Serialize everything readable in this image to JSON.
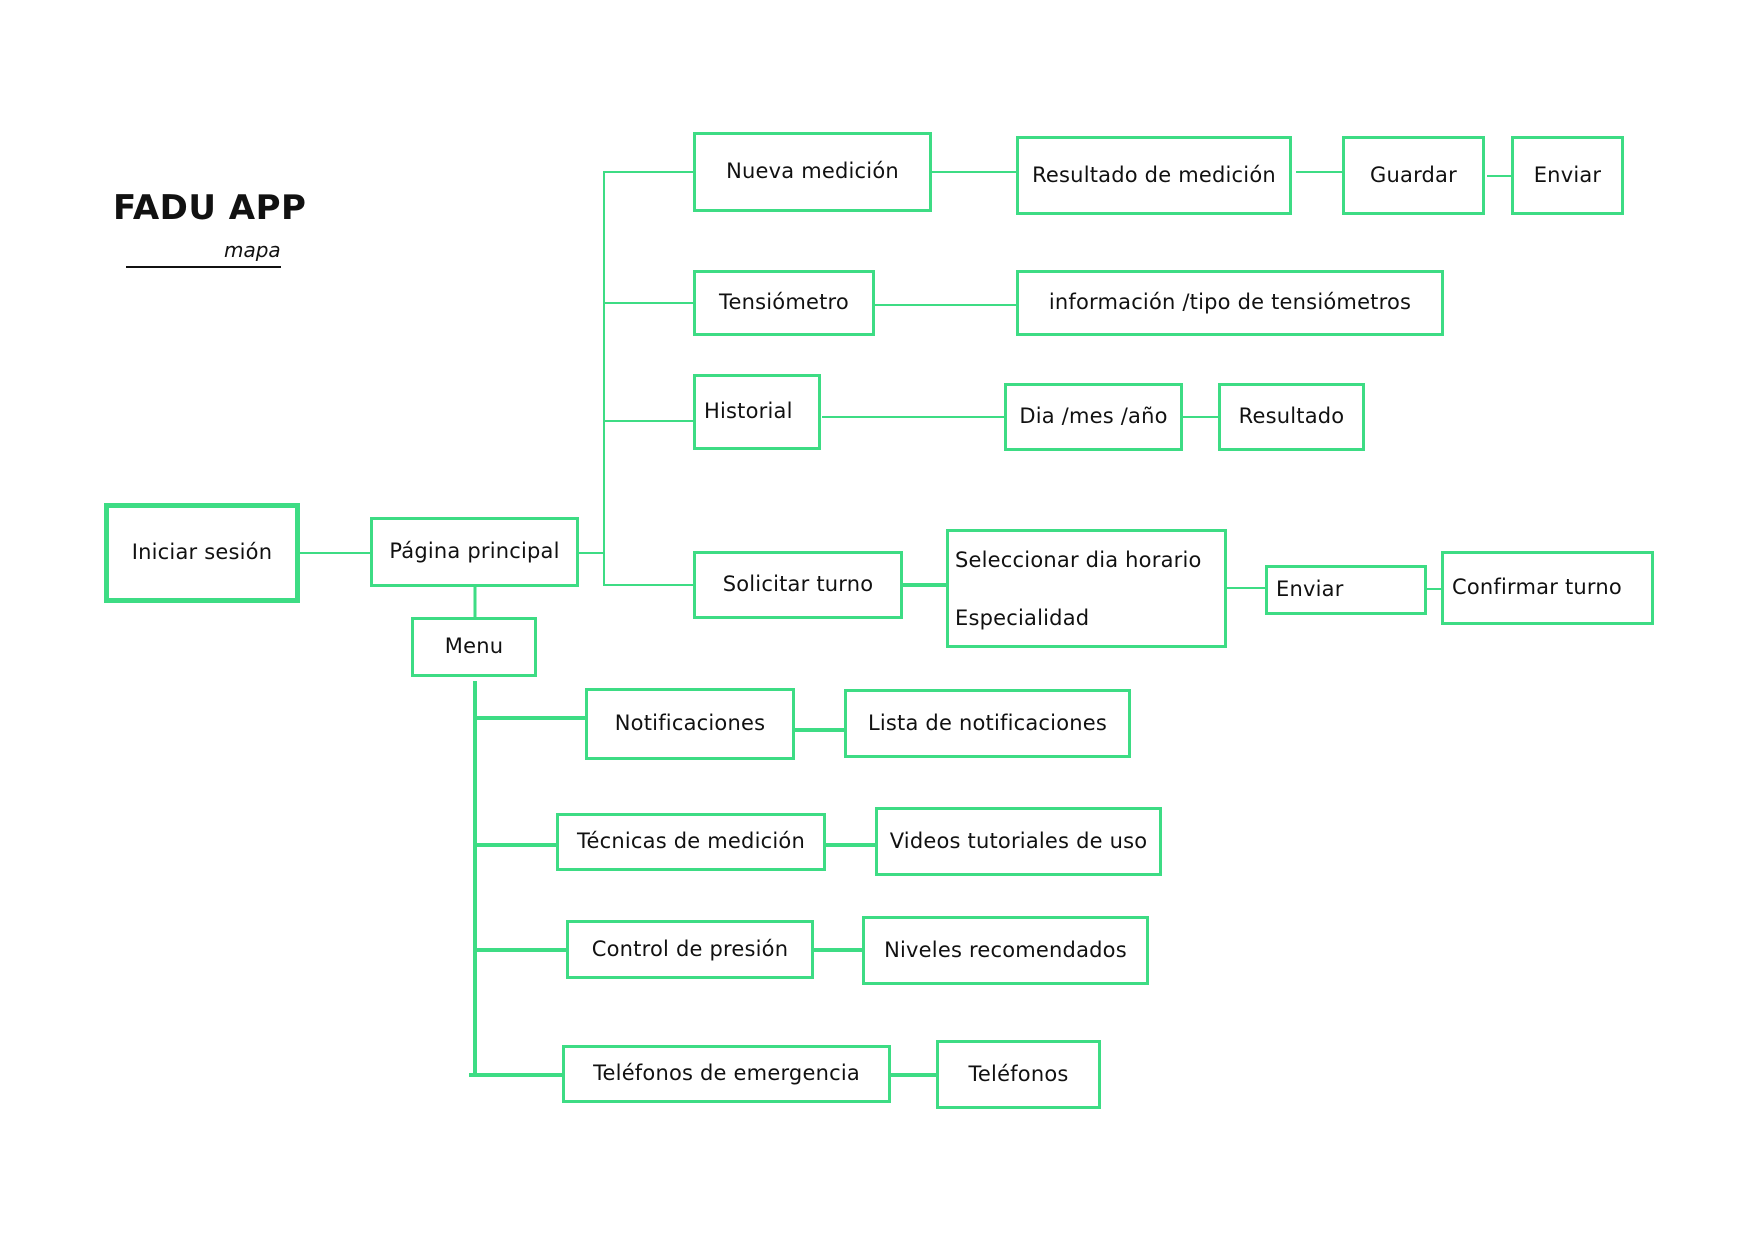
{
  "header": {
    "title": "FADU APP",
    "subtitle": "mapa"
  },
  "colors": {
    "accent": "#3ddc84",
    "text": "#111111"
  },
  "nodes": {
    "iniciar_sesion": "Iniciar sesión",
    "pagina_principal": "Página principal",
    "menu": "Menu",
    "nueva_medicion": "Nueva medición",
    "resultado_medicion": "Resultado de medición",
    "guardar": "Guardar",
    "enviar_medicion": "Enviar",
    "tensiometro": "Tensiómetro",
    "info_tensiometros": "información /tipo de tensiómetros",
    "historial": "Historial",
    "dia_mes_ano": "Dia /mes /año",
    "resultado": "Resultado",
    "solicitar_turno": "Solicitar turno",
    "seleccionar_dia": "Seleccionar dia horario",
    "especialidad": "Especialidad",
    "enviar_turno": "Enviar",
    "confirmar_turno": "Confirmar turno",
    "notificaciones": "Notificaciones",
    "lista_notificaciones": "Lista de notificaciones",
    "tecnicas_medicion": "Técnicas de medición",
    "videos_tutoriales": "Videos tutoriales de uso",
    "control_presion": "Control de presión",
    "niveles_recomendados": "Niveles recomendados",
    "telefonos_emergencia": "Teléfonos de emergencia",
    "telefonos": "Teléfonos"
  }
}
